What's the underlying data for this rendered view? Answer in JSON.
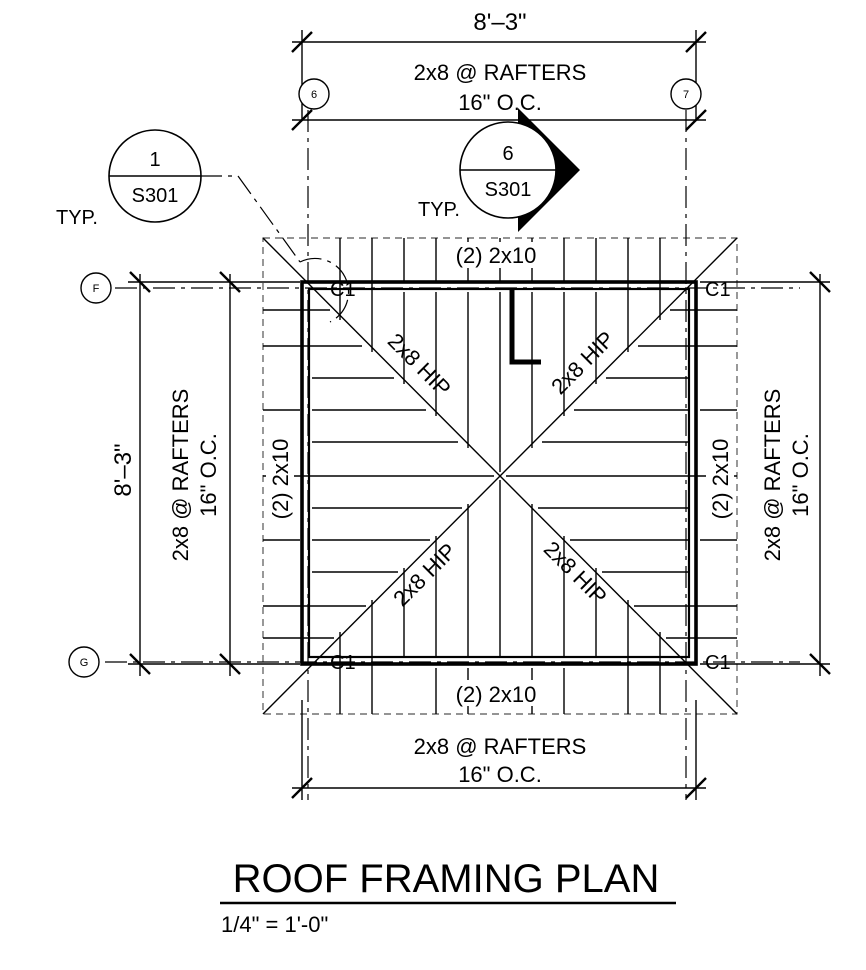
{
  "plan": {
    "title": "ROOF FRAMING PLAN",
    "scale": "1/4\" = 1'-0\"",
    "dimensions": {
      "horizontal": "8'–3\"",
      "vertical": "8'–3\""
    },
    "rafter_notes": {
      "top": {
        "line1": "2x8 @ RAFTERS",
        "line2": "16\" O.C."
      },
      "bottom": {
        "line1": "2x8 @ RAFTERS",
        "line2": "16\" O.C."
      },
      "left": {
        "line1": "2x8 @ RAFTERS",
        "line2": "16\" O.C."
      },
      "right": {
        "line1": "2x8 @ RAFTERS",
        "line2": "16\" O.C."
      }
    },
    "beams": {
      "top": "(2) 2x10",
      "bottom": "(2) 2x10",
      "left": "(2) 2x10",
      "right": "(2) 2x10"
    },
    "hips": {
      "nw": "2x8 HIP",
      "ne": "2x8 HIP",
      "sw": "2x8 HIP",
      "se": "2x8 HIP"
    },
    "columns": {
      "tl": "C1",
      "tr": "C1",
      "bl": "C1",
      "br": "C1"
    },
    "grids": {
      "col_left": "6",
      "col_right": "7",
      "row_top": "F",
      "row_bottom": "G"
    },
    "details": {
      "detail_1": {
        "number": "1",
        "sheet": "S301",
        "note": "TYP."
      },
      "section_6": {
        "number": "6",
        "sheet": "S301",
        "note": "TYP."
      }
    }
  }
}
